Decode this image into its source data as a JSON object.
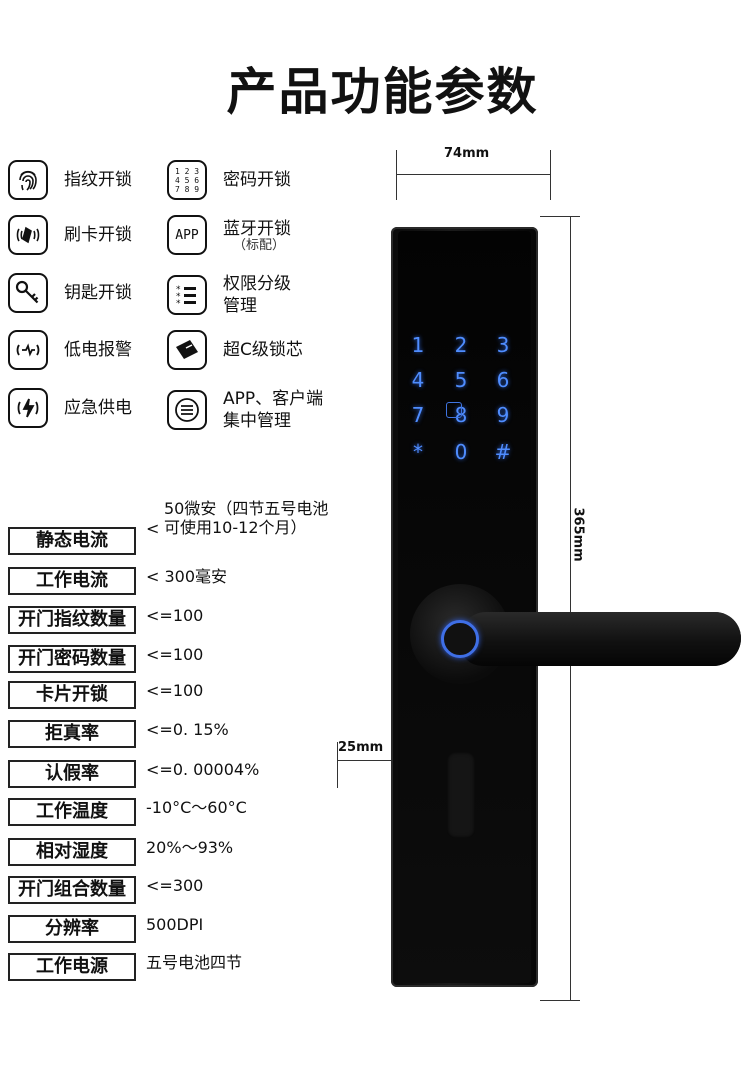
{
  "title": "产品功能参数",
  "features": [
    {
      "label": "指纹开锁",
      "icon": "fingerprint-icon"
    },
    {
      "label": "密码开锁",
      "icon": "keypad-icon",
      "icon_text": "1 2 3\n4 5 6\n7 8 9"
    },
    {
      "label": "刷卡开锁",
      "icon": "card-icon"
    },
    {
      "label": "蓝牙开锁",
      "sub": "（标配）",
      "icon": "app-icon",
      "icon_text": "APP"
    },
    {
      "label": "钥匙开锁",
      "icon": "key-icon"
    },
    {
      "label": "权限分级\n管理",
      "icon": "permission-list-icon"
    },
    {
      "label": "低电报警",
      "icon": "low-battery-icon"
    },
    {
      "label": "超C级锁芯",
      "icon": "lock-core-icon"
    },
    {
      "label": "应急供电",
      "icon": "emergency-power-icon"
    },
    {
      "label": "APP、客户端\n集中管理",
      "icon": "management-menu-icon"
    }
  ],
  "specs": [
    {
      "key": "静态电流",
      "value": "50微安（四节五号电池可使用10-12个月）",
      "prefix": "<"
    },
    {
      "key": "工作电流",
      "value": "< 300毫安"
    },
    {
      "key": "开门指纹数量",
      "value": "<=100"
    },
    {
      "key": "开门密码数量",
      "value": "<=100"
    },
    {
      "key": "卡片开锁",
      "value": "<=100"
    },
    {
      "key": "拒真率",
      "value": "<=0. 15%"
    },
    {
      "key": "认假率",
      "value": "<=0. 00004%"
    },
    {
      "key": "工作温度",
      "value": "-10°C～60°C"
    },
    {
      "key": "相对湿度",
      "value": "20%～93%"
    },
    {
      "key": "开门组合数量",
      "value": "<=300"
    },
    {
      "key": "分辨率",
      "value": "500DPI"
    },
    {
      "key": "工作电源",
      "value": "五号电池四节"
    }
  ],
  "dimensions": {
    "width": "74mm",
    "height": "365mm",
    "depth": "25mm"
  },
  "keypad": [
    "1",
    "2",
    "3",
    "4",
    "5",
    "6",
    "7",
    "8",
    "9",
    "*",
    "0",
    "#"
  ],
  "colors": {
    "keypad_glow": "#4f8dff",
    "lock_body": "#0a0a0a"
  }
}
